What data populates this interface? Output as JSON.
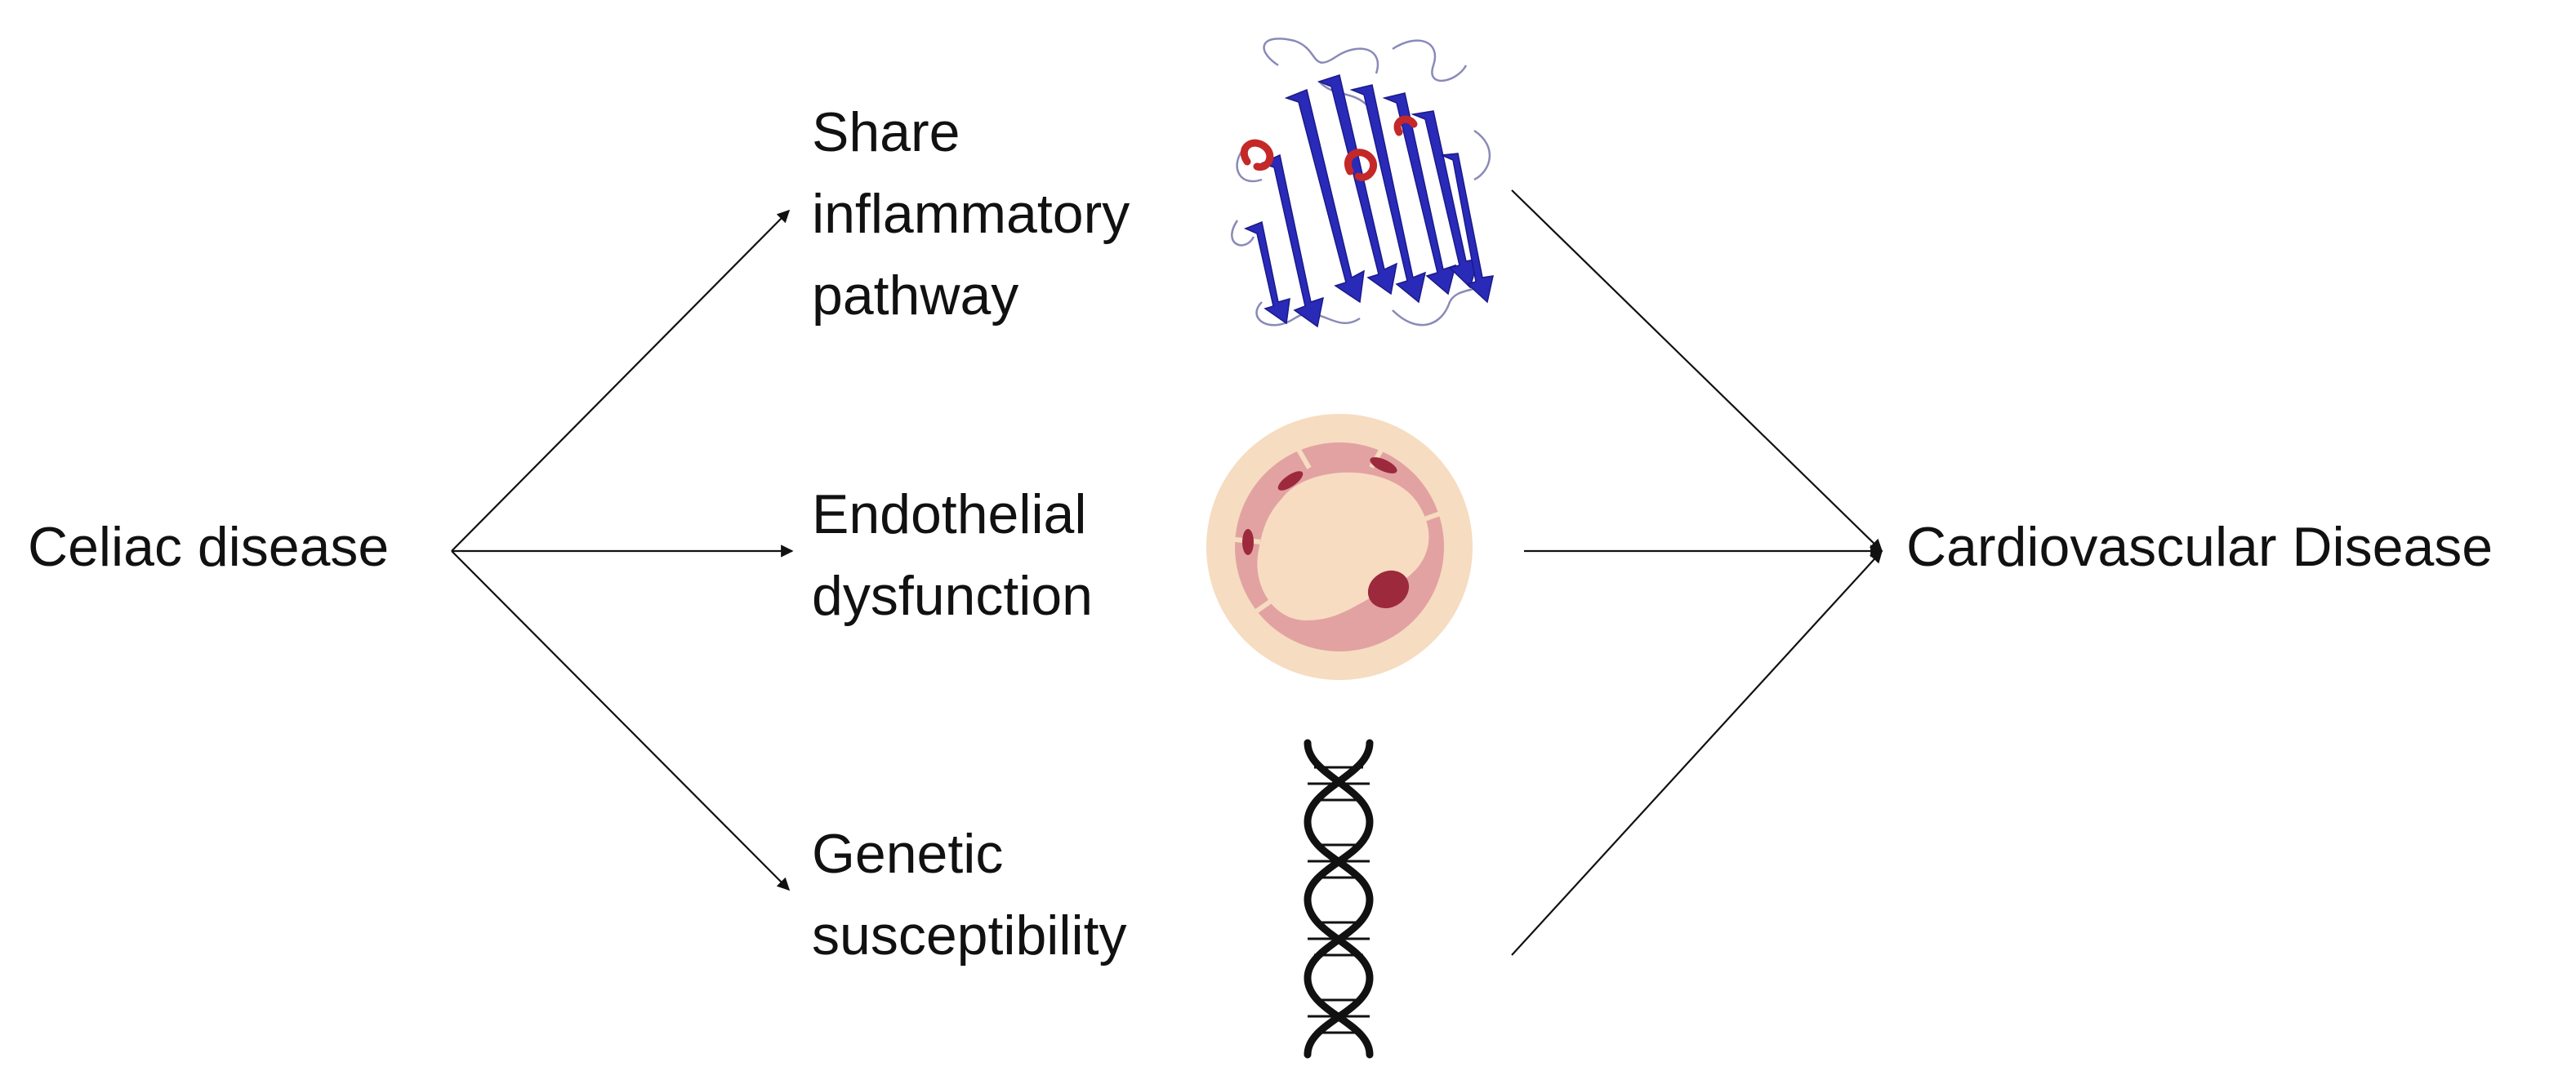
{
  "nodes": {
    "source": {
      "label": "Celiac disease"
    },
    "target": {
      "label": "Cardiovascular Disease"
    },
    "mechanisms": [
      {
        "line1": "Share",
        "line2": "inflammatory",
        "line3": "pathway",
        "icon": "protein-structure-icon"
      },
      {
        "line1": "Endothelial",
        "line2": "dysfunction",
        "icon": "blood-vessel-cross-section-icon"
      },
      {
        "line1": "Genetic",
        "line2": "susceptibility",
        "icon": "dna-helix-icon"
      }
    ]
  },
  "colors": {
    "arrow": "#111111",
    "protein_strand": "#2a2ab8",
    "protein_helix": "#c42828",
    "vessel_outer": "#f6dcc0",
    "vessel_wall": "#e2a2a2",
    "vessel_lumen": "#f7dcc2",
    "vessel_plaque": "#9c2a3c",
    "dna": "#111111"
  }
}
